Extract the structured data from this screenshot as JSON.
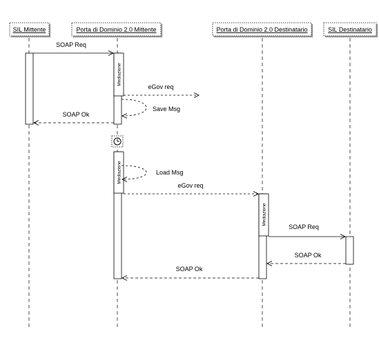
{
  "participants": {
    "sil_mittente": "SIL Mittente",
    "pdd_mittente": "Porta di Dominio 2.0 Mittente",
    "pdd_destinatario": "Porta di Dominio 2.0 Destinatario",
    "sil_destinatario": "SIL Destinatario"
  },
  "messages": {
    "soap_req_1": "SOAP Req",
    "egov_req_1": "eGov req",
    "save_msg": "Save Msg",
    "soap_ok_1": "SOAP Ok",
    "load_msg": "Load Msg",
    "egov_req_2": "eGov req",
    "soap_req_2": "SOAP Req",
    "soap_ok_2": "SOAP Ok",
    "soap_ok_3": "SOAP Ok"
  },
  "activations": {
    "mediazione_1": "Mediazione",
    "mediazione_2": "Mediazione",
    "mediazione_3": "Mediazione"
  },
  "icons": {
    "timer": "clock-icon"
  },
  "colors": {
    "line": "#000000",
    "background": "#ffffff"
  }
}
